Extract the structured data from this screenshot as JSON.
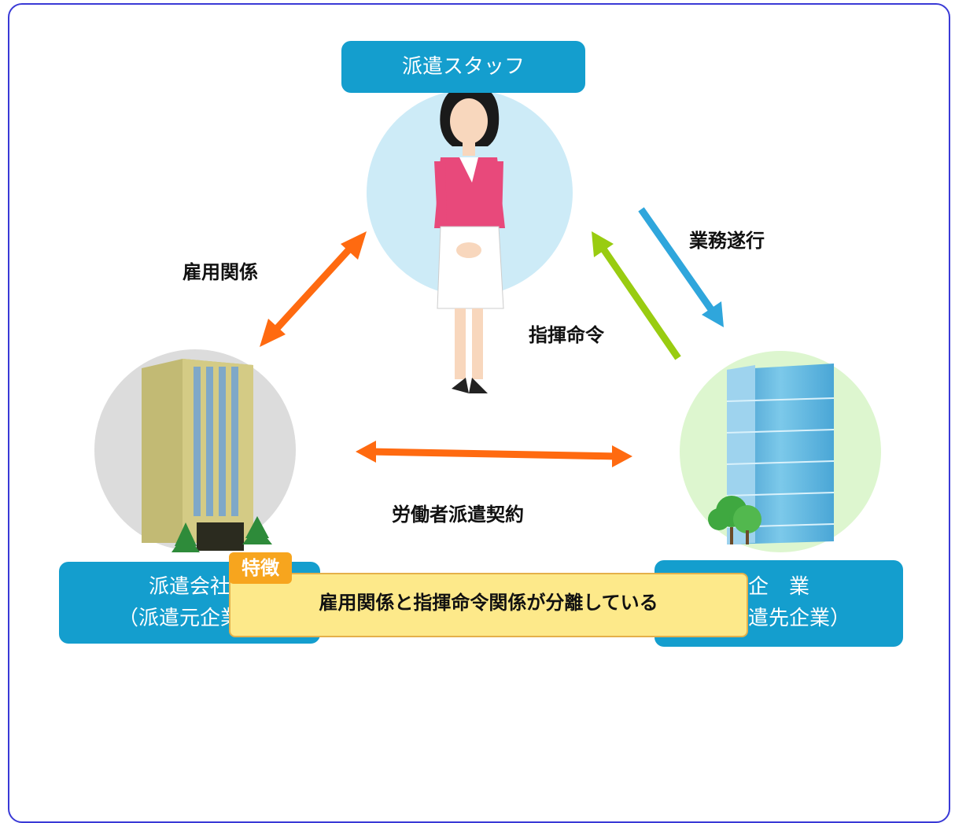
{
  "staff": {
    "label": "派遣スタッフ"
  },
  "agency": {
    "line1": "派遣会社",
    "line2": "（派遣元企業）"
  },
  "client": {
    "line1": "企　業",
    "line2": "（派遣先企業）"
  },
  "relations": {
    "employment": "雇用関係",
    "duties": "業務遂行",
    "command": "指揮命令",
    "contract": "労働者派遣契約"
  },
  "feature": {
    "tag": "特徴",
    "text": "雇用関係と指揮命令関係が分離している"
  },
  "colors": {
    "box_blue": "#149ece",
    "orange_arrow": "#ff6a10",
    "blue_arrow": "#2fa6dc",
    "green_arrow": "#99cc11",
    "staff_circle": "#cdebf7",
    "agency_circle": "#dcdcdc",
    "client_circle": "#ddf6cf",
    "feature_bg": "#fde98a",
    "feature_tag": "#f7a51e"
  }
}
